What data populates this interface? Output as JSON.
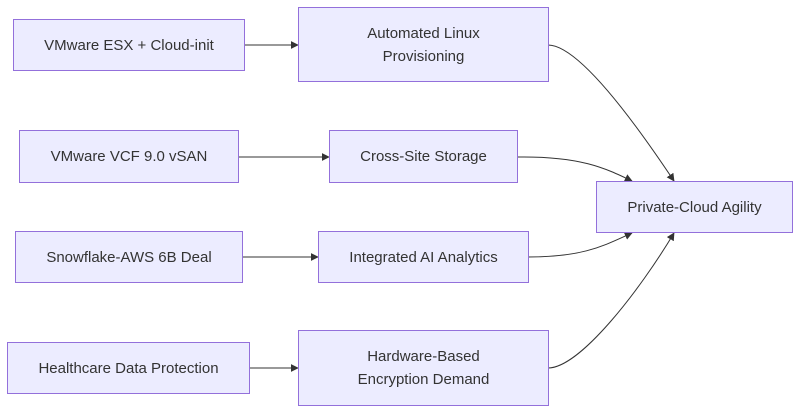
{
  "diagram": {
    "nodes": {
      "vmware_esx": {
        "lines": [
          "VMware ESX + Cloud-init"
        ]
      },
      "automated_linux": {
        "lines": [
          "Automated Linux",
          "Provisioning"
        ]
      },
      "vmware_vcf": {
        "lines": [
          "VMware VCF 9.0 vSAN"
        ]
      },
      "cross_site": {
        "lines": [
          "Cross-Site Storage"
        ]
      },
      "snowflake": {
        "lines": [
          "Snowflake-AWS 6B Deal"
        ]
      },
      "integrated_ai": {
        "lines": [
          "Integrated AI Analytics"
        ]
      },
      "healthcare": {
        "lines": [
          "Healthcare Data Protection"
        ]
      },
      "hardware_enc": {
        "lines": [
          "Hardware-Based",
          "Encryption Demand"
        ]
      },
      "private_cloud": {
        "lines": [
          "Private-Cloud Agility"
        ]
      }
    },
    "edges": [
      {
        "from": "vmware_esx",
        "to": "automated_linux"
      },
      {
        "from": "vmware_vcf",
        "to": "cross_site"
      },
      {
        "from": "snowflake",
        "to": "integrated_ai"
      },
      {
        "from": "healthcare",
        "to": "hardware_enc"
      },
      {
        "from": "automated_linux",
        "to": "private_cloud"
      },
      {
        "from": "cross_site",
        "to": "private_cloud"
      },
      {
        "from": "integrated_ai",
        "to": "private_cloud"
      },
      {
        "from": "hardware_enc",
        "to": "private_cloud"
      }
    ],
    "colors": {
      "node_fill": "#ECECFF",
      "node_border": "#9370DB",
      "text": "#333333",
      "edge": "#333333"
    }
  }
}
